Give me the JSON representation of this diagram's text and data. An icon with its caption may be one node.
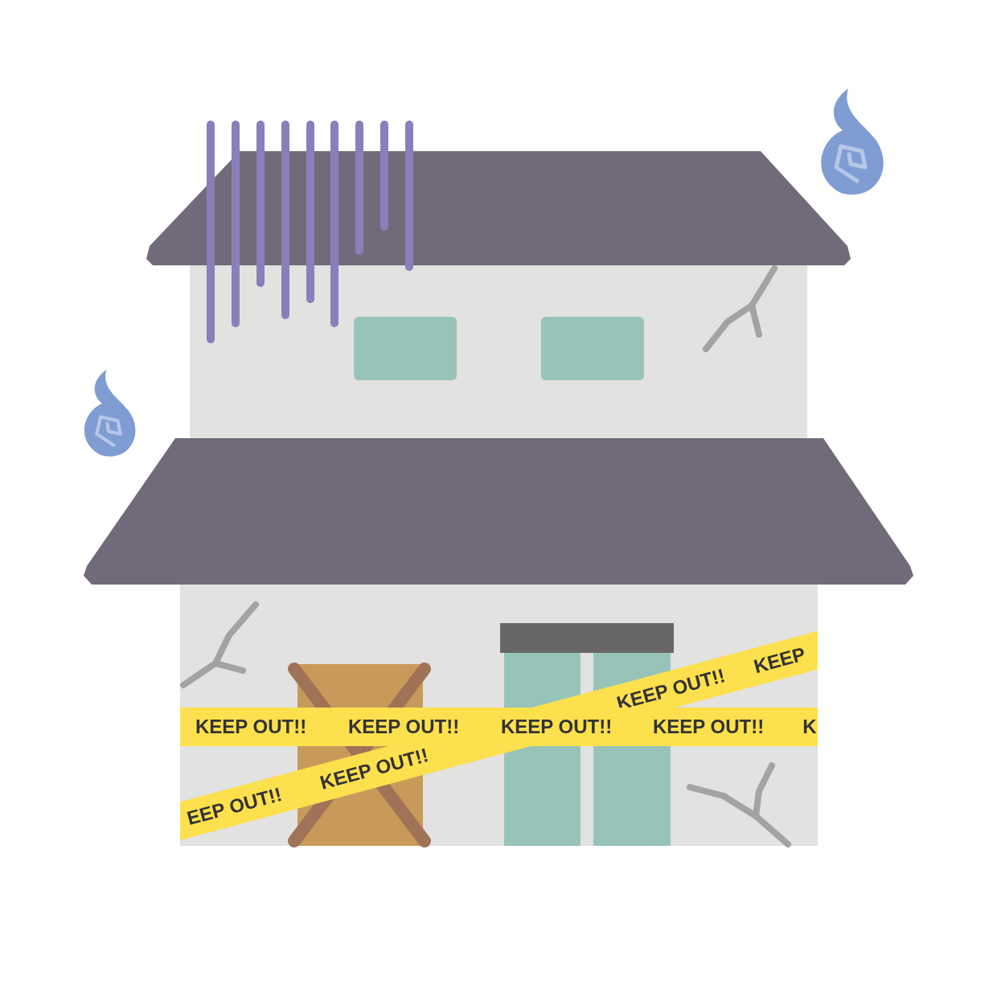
{
  "diagram": {
    "labels": [
      "KEEP",
      "KEEP OUT!!",
      "KEEP OUT!!",
      "KEEP OUT!!",
      "KEEP OUT!!",
      "KEEP OUT!!",
      "K",
      "KEEP OUT!!",
      "EEP OUT!!"
    ]
  }
}
